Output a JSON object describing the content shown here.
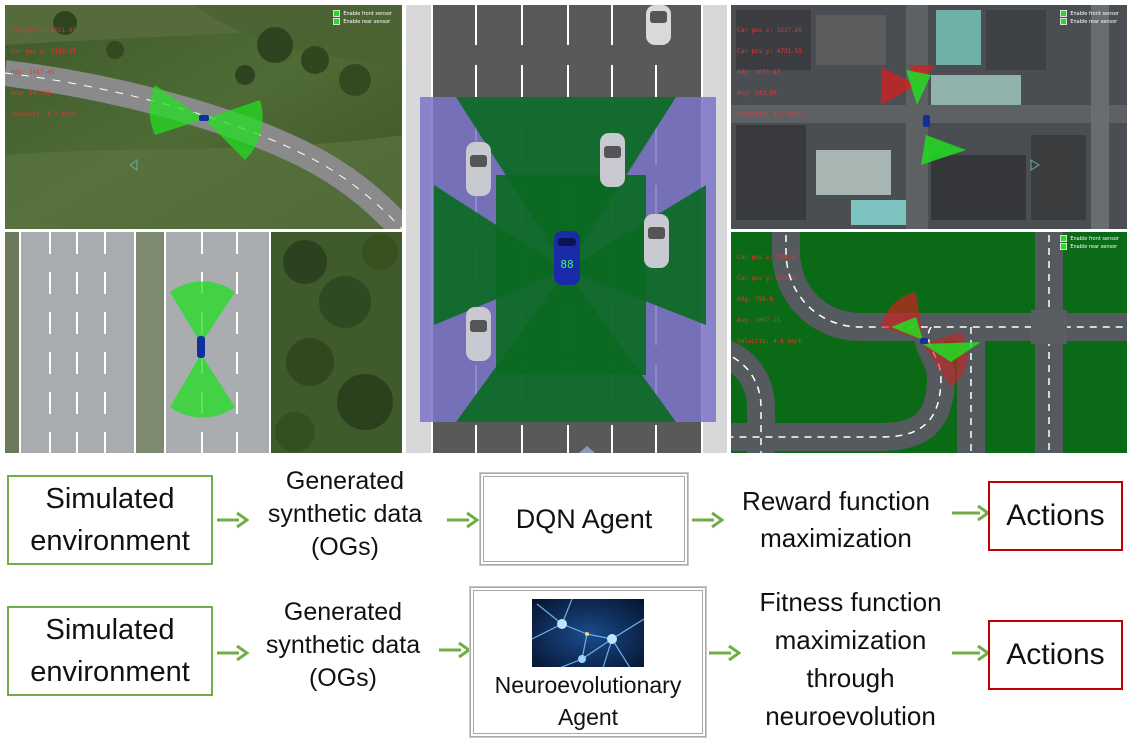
{
  "panels": {
    "rural_road": {
      "hud_lines": [
        "Car pos x: 1021.45",
        "Car pos y: 2163.55",
        "Hdg: 1047.45",
        "Ang: 147.50",
        "Velocity: 4.7 km/h"
      ],
      "legend": [
        "Enable front sensor",
        "Enable rear sensor"
      ]
    },
    "city": {
      "hud_lines": [
        "Car pos x: 3217.60",
        "Car pos y: 4731.55",
        "Hdg: 2071.47",
        "Ang: 143.50",
        "Velocity: 4.7 km/h"
      ],
      "legend": [
        "Enable front sensor",
        "Enable rear sensor"
      ]
    },
    "track": {
      "hud_lines": [
        "Car pos x: 798.6",
        "Car pos y: 432.85",
        "Hdg: 798.6",
        "Ang: 1067.15",
        "Velocity: 4.6 km/h"
      ],
      "legend": [
        "Enable front sensor",
        "Enable rear sensor"
      ]
    },
    "highway_topdown": {
      "car_display": "88"
    }
  },
  "pipeline_dqn": {
    "env_label": "Simulated environment",
    "data_label": "Generated synthetic data (OGs)",
    "agent_label": "DQN Agent",
    "objective_label": "Reward function maximization",
    "output_label": "Actions"
  },
  "pipeline_neuro": {
    "env_label": "Simulated environment",
    "data_label": "Generated synthetic data (OGs)",
    "agent_label": "Neuroevolutionary Agent",
    "objective_label": "Fitness function maximization through neuroevolution",
    "output_label": "Actions"
  },
  "colors": {
    "env_border": "#70ad47",
    "arrow": "#70ad47",
    "output_border": "#c00000",
    "agent_border": "#a9a9a9",
    "sensor_green": "#22dd22",
    "sensor_red": "#cc2222",
    "occupancy_grid": "#0a6a20"
  }
}
